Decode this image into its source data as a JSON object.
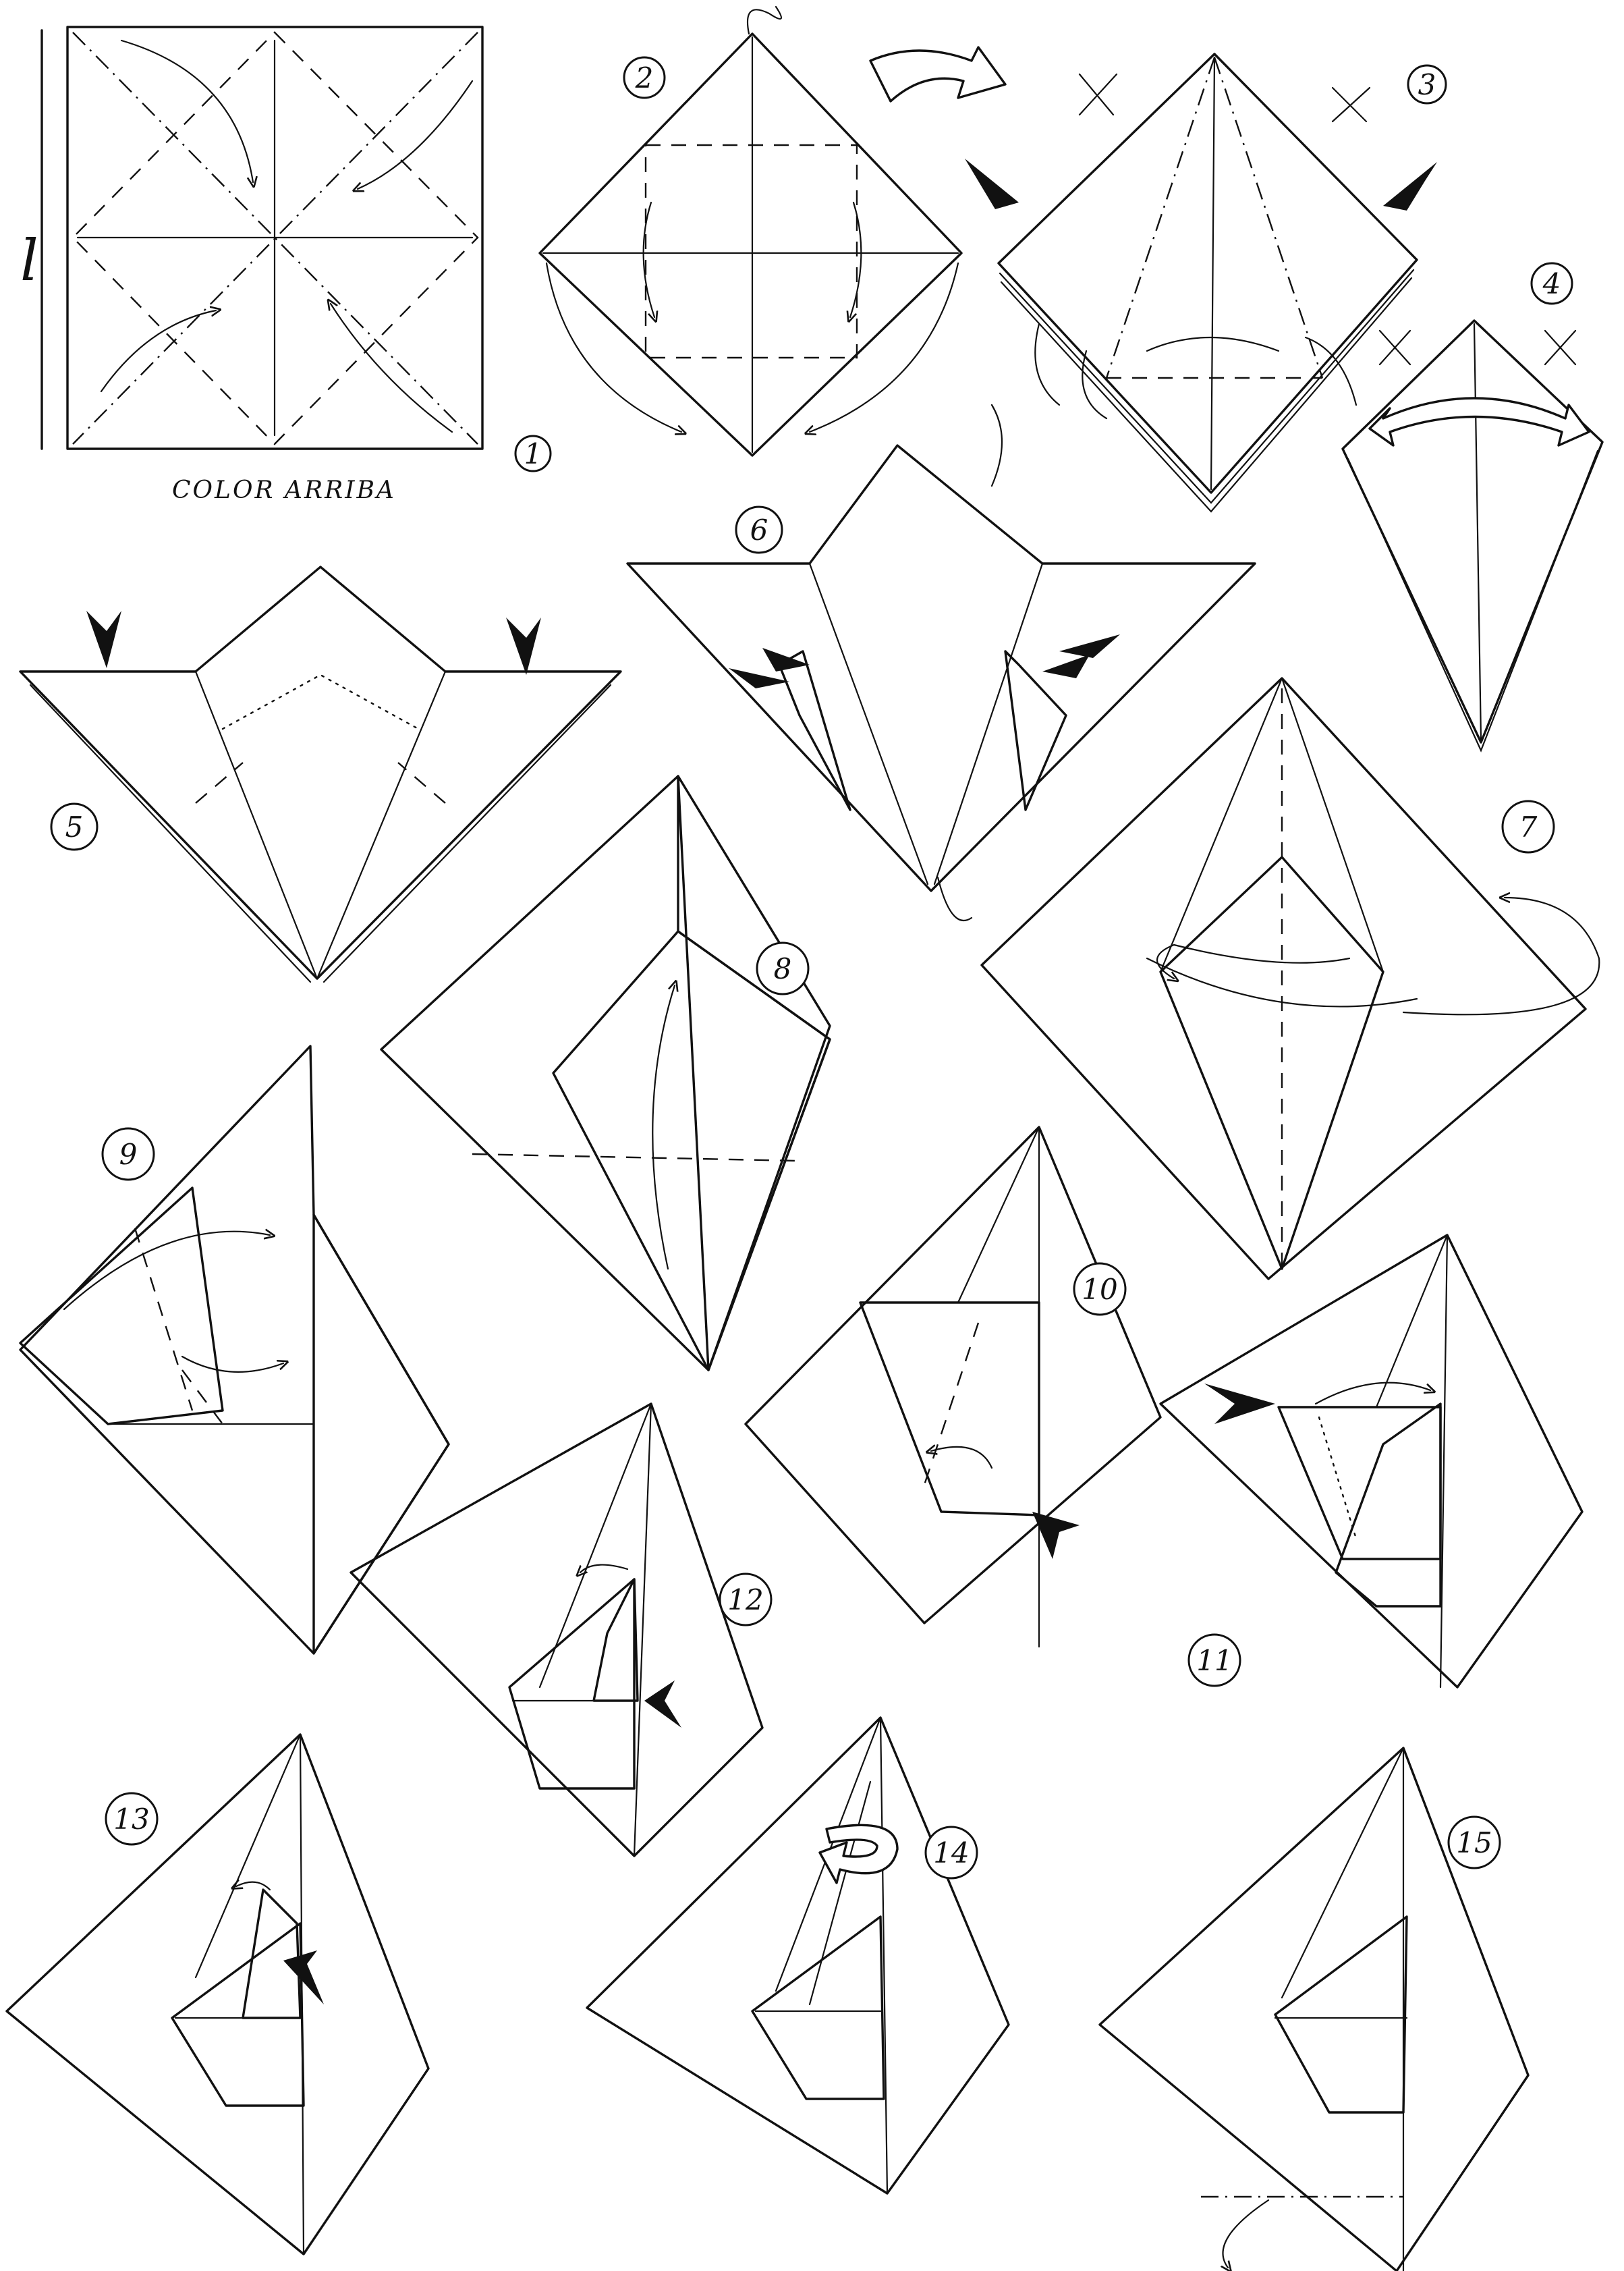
{
  "steps": [
    {
      "number": "1"
    },
    {
      "number": "2"
    },
    {
      "number": "3"
    },
    {
      "number": "4"
    },
    {
      "number": "5"
    },
    {
      "number": "6"
    },
    {
      "number": "7"
    },
    {
      "number": "8"
    },
    {
      "number": "9"
    },
    {
      "number": "10"
    },
    {
      "number": "11"
    },
    {
      "number": "12"
    },
    {
      "number": "13"
    },
    {
      "number": "14"
    },
    {
      "number": "15"
    }
  ],
  "caption": "COLOR ARRIBA",
  "side_label": "l",
  "colors": {
    "ink": "#111111",
    "paper": "#ffffff"
  }
}
